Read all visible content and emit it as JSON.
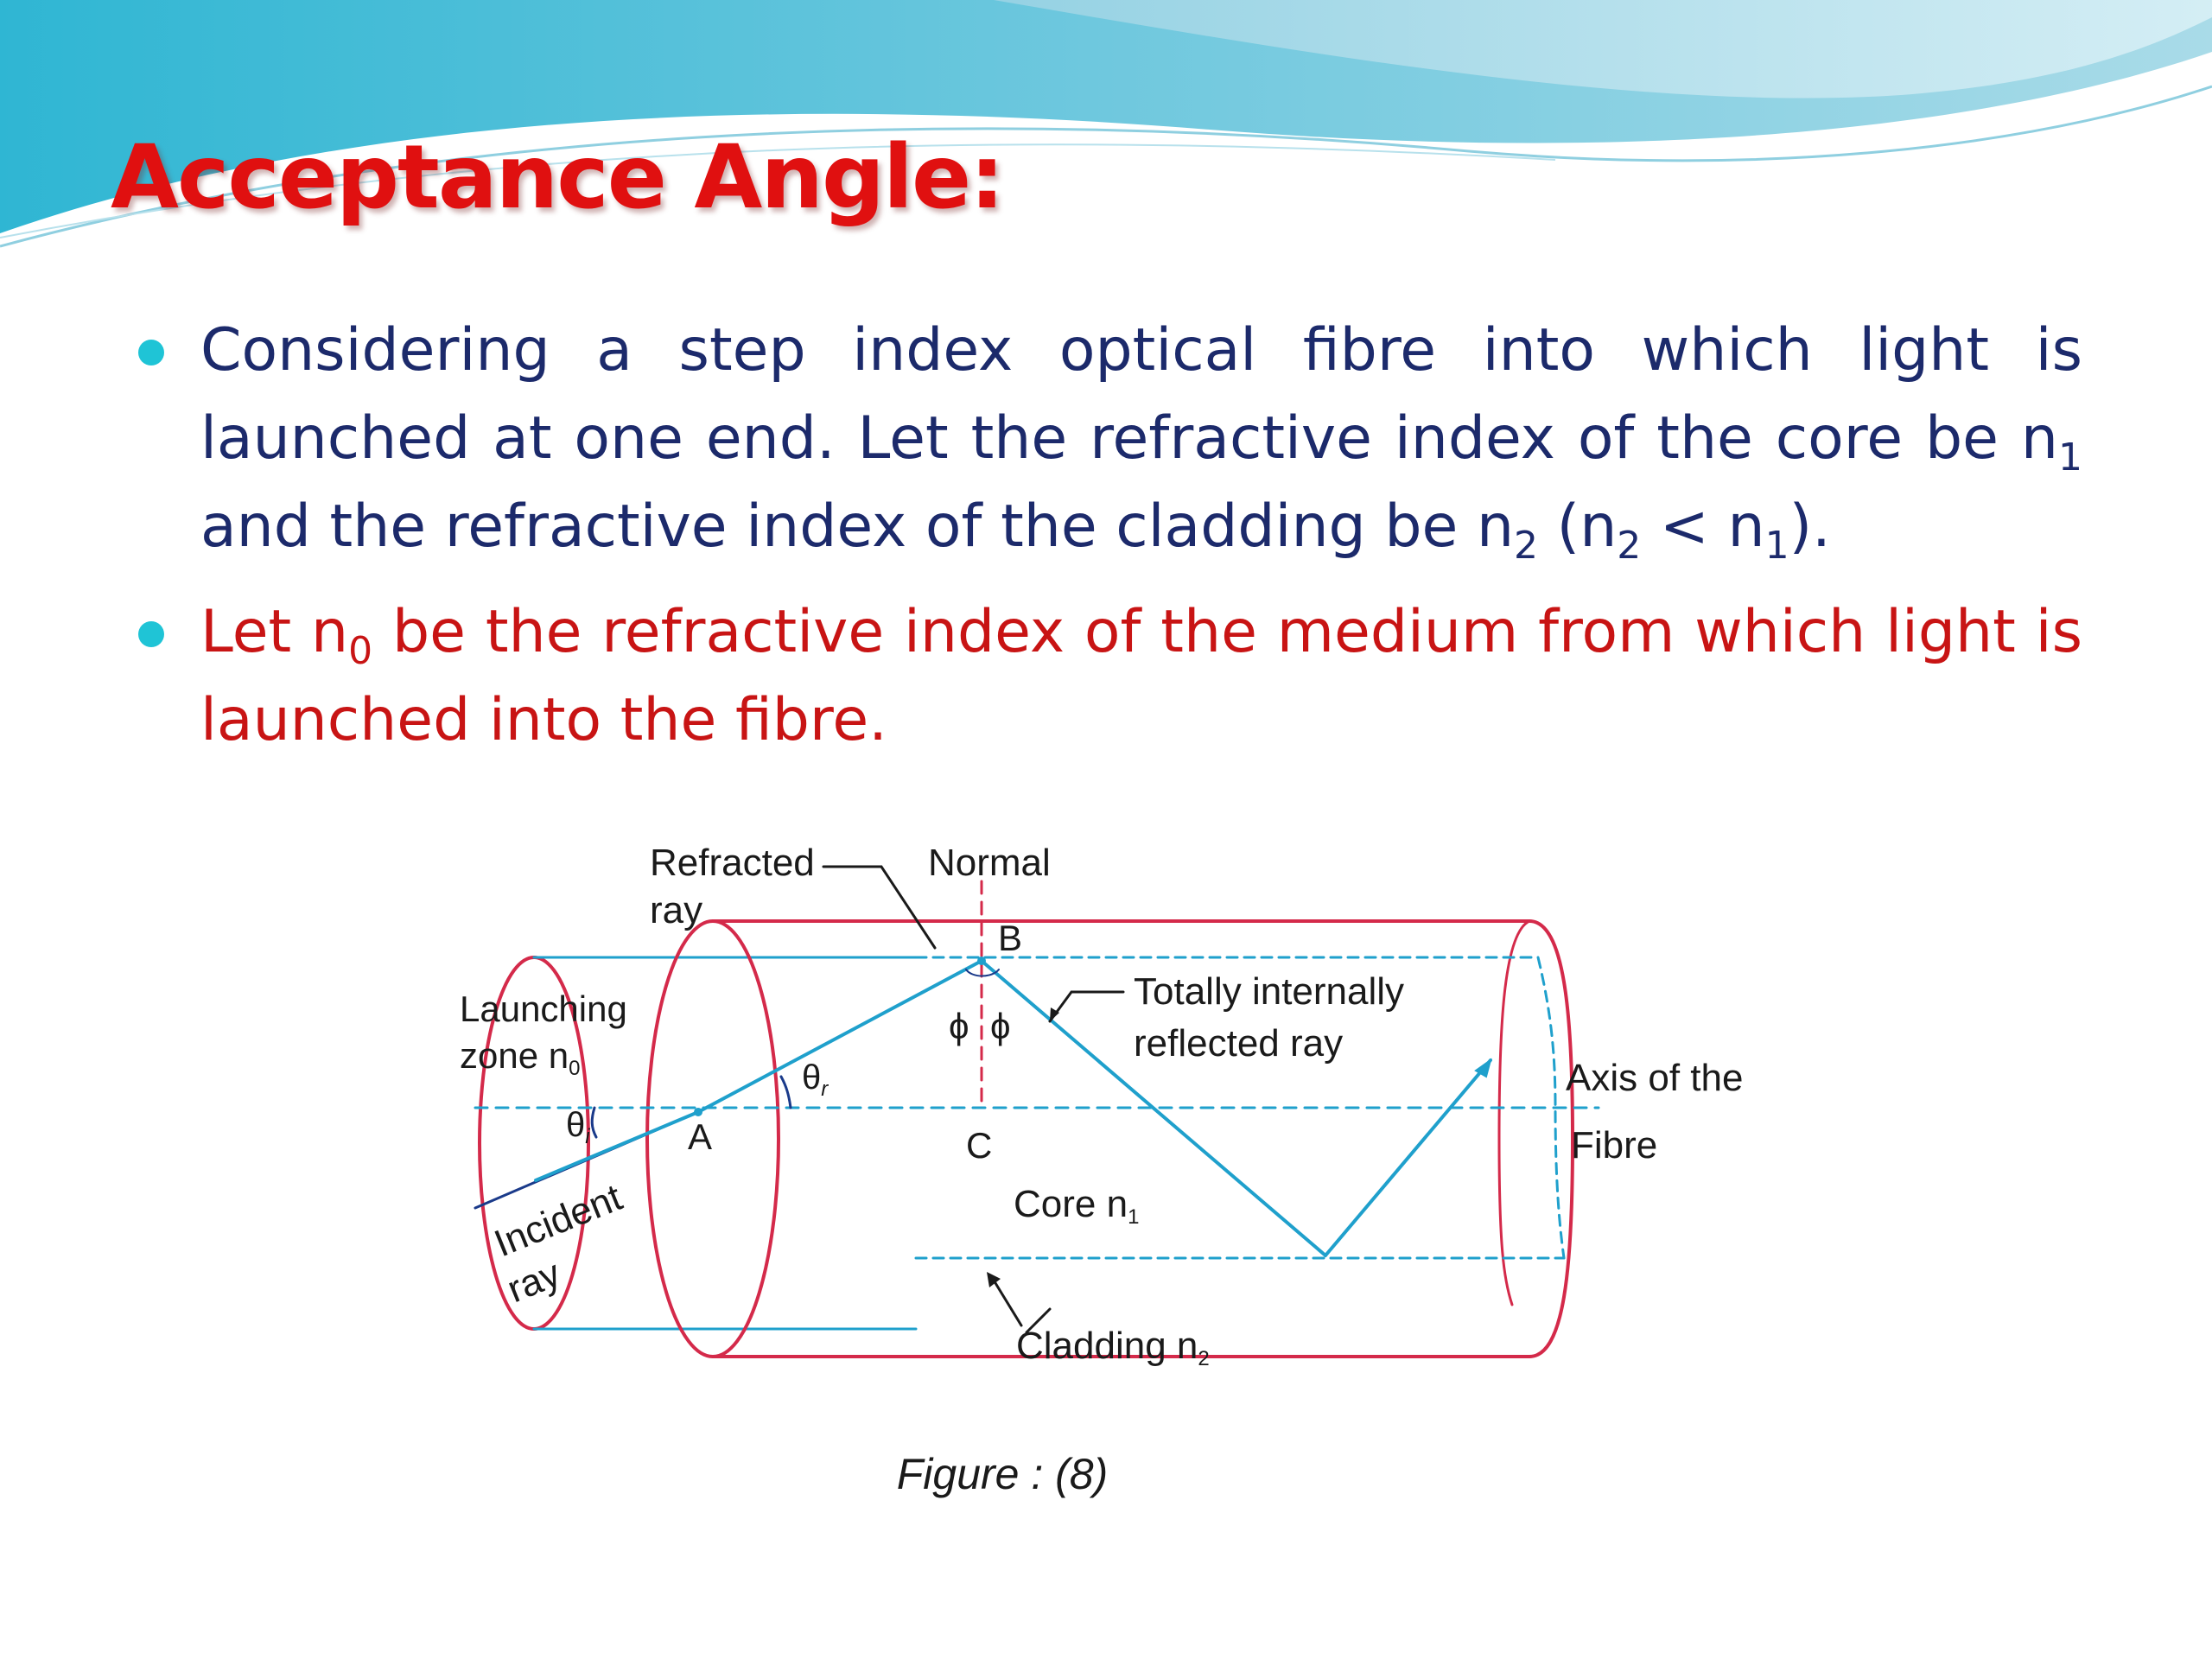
{
  "slide": {
    "title": "Acceptance Angle:",
    "bullets": [
      {
        "t1": "Considering a step index optical fibre into which light is launched at one end. Let the refractive index of the core be n",
        "s1": "1",
        "t2": " and the refractive index of the cladding be n",
        "s2": "2",
        "t3": " (n",
        "s3": "2",
        "t4": " < n",
        "s4": "1",
        "t5": ")."
      },
      {
        "t1": "Let n",
        "s1": "0",
        "t2": " be the refractive index of the medium from which light is launched into the fibre."
      }
    ]
  },
  "figure": {
    "caption": "Figure : (8)",
    "labels": {
      "refracted_ray_1": "Refracted",
      "refracted_ray_2": "ray",
      "normal": "Normal",
      "point_b": "B",
      "point_a": "A",
      "point_c": "C",
      "launching_zone_1": "Launching",
      "launching_zone_2": "zone n",
      "launching_zone_sub": "0",
      "theta_i": "θ",
      "theta_i_sub": "i",
      "theta_r": "θ",
      "theta_r_sub": "r",
      "phi_left": "ϕ",
      "phi_right": "ϕ",
      "incident_ray_1": "Incident",
      "incident_ray_2": "ray",
      "tir_ray_1": "Totally internally",
      "tir_ray_2": "reflected ray",
      "axis_1": "Axis of the",
      "axis_2": "Fibre",
      "core": "Core n",
      "core_sub": "1",
      "cladding": "Cladding n",
      "cladding_sub": "2"
    }
  },
  "colors": {
    "title": "#e01010",
    "bullet_text_1": "#1c2a6b",
    "bullet_text_2": "#c81414",
    "bullet_dot": "#1fc4d6",
    "fibre_outline": "#d42a4a",
    "ray": "#1fa0cc"
  }
}
